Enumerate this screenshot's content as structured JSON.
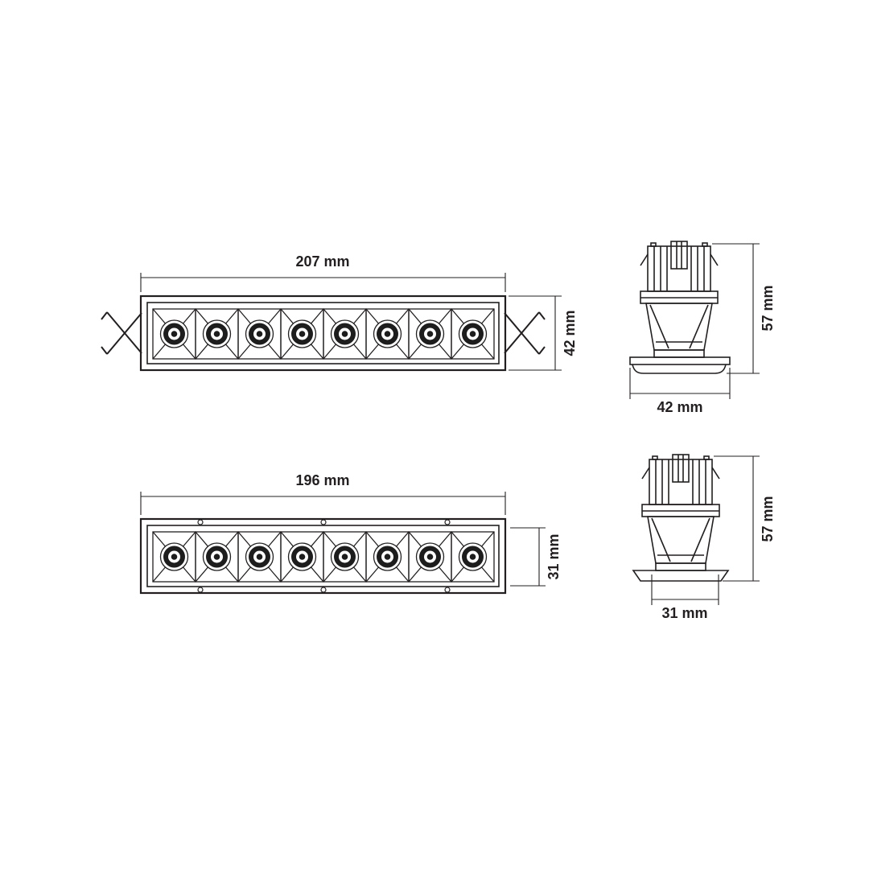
{
  "drawing": {
    "background": "#ffffff",
    "line_color": "#231f20",
    "led_color": "#1d1d1d",
    "views": {
      "front_with_clips": {
        "width_dim": "207 mm",
        "height_dim": "42 mm",
        "led_count": 8
      },
      "side_42": {
        "height_dim": "57 mm",
        "width_dim": "42 mm"
      },
      "front_recessed": {
        "width_dim": "196 mm",
        "height_dim": "31 mm",
        "led_count": 8
      },
      "side_31": {
        "height_dim": "57 mm",
        "width_dim": "31 mm"
      }
    }
  }
}
